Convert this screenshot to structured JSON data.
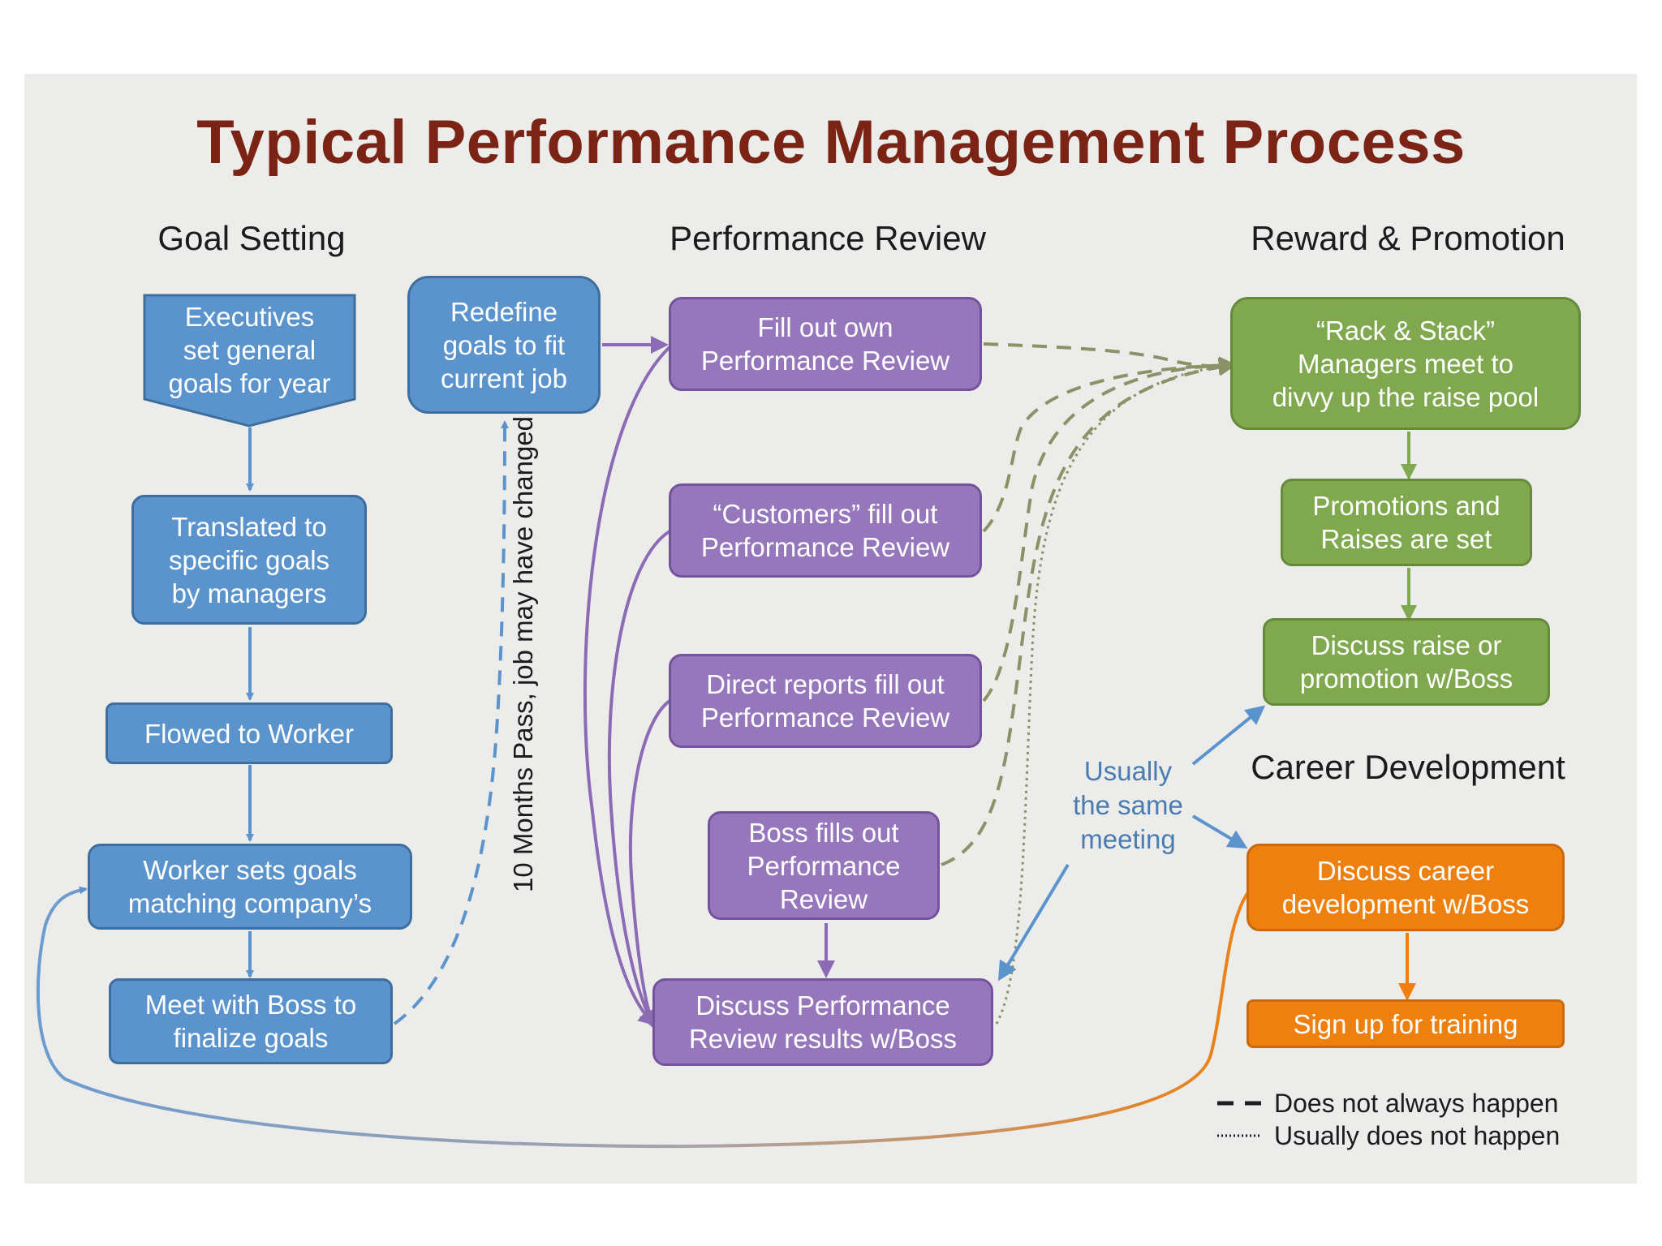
{
  "title": "Typical Performance Management Process",
  "columns": {
    "goal_setting": "Goal Setting",
    "performance_review": "Performance Review",
    "reward_promotion": "Reward & Promotion",
    "career_development": "Career Development"
  },
  "goal_setting": {
    "executives": "Executives\nset general\ngoals for year",
    "translated": "Translated to\nspecific goals\nby managers",
    "flowed": "Flowed to Worker",
    "worker_sets": "Worker sets goals\nmatching company’s",
    "meet_boss": "Meet with Boss to\nfinalize goals",
    "redefine": "Redefine\ngoals to fit\ncurrent job"
  },
  "time_note": "10 Months Pass, job may have changed",
  "performance_review": {
    "fill_own": "Fill out own\nPerformance Review",
    "customers": "“Customers” fill out\nPerformance Review",
    "direct_reports": "Direct reports fill out\nPerformance Review",
    "boss_fills": "Boss fills out\nPerformance\nReview",
    "discuss_results": "Discuss Performance\nReview results w/Boss"
  },
  "reward_promotion": {
    "rack_stack": "“Rack & Stack”\nManagers meet to\ndivvy up the raise pool",
    "promotions": "Promotions and\nRaises are set",
    "discuss_raise": "Discuss raise or\npromotion w/Boss"
  },
  "career_development": {
    "discuss_career": "Discuss career\ndevelopment w/Boss",
    "training": "Sign up for training"
  },
  "same_meeting_note": "Usually\nthe same\nmeeting",
  "legend": {
    "dashed": "Does not always happen",
    "dotted": "Usually does not happen"
  },
  "colors": {
    "goal": "#5b94cc",
    "review": "#9677bc",
    "reward": "#7fa84f",
    "career": "#ee8010",
    "title": "#7b2416"
  }
}
